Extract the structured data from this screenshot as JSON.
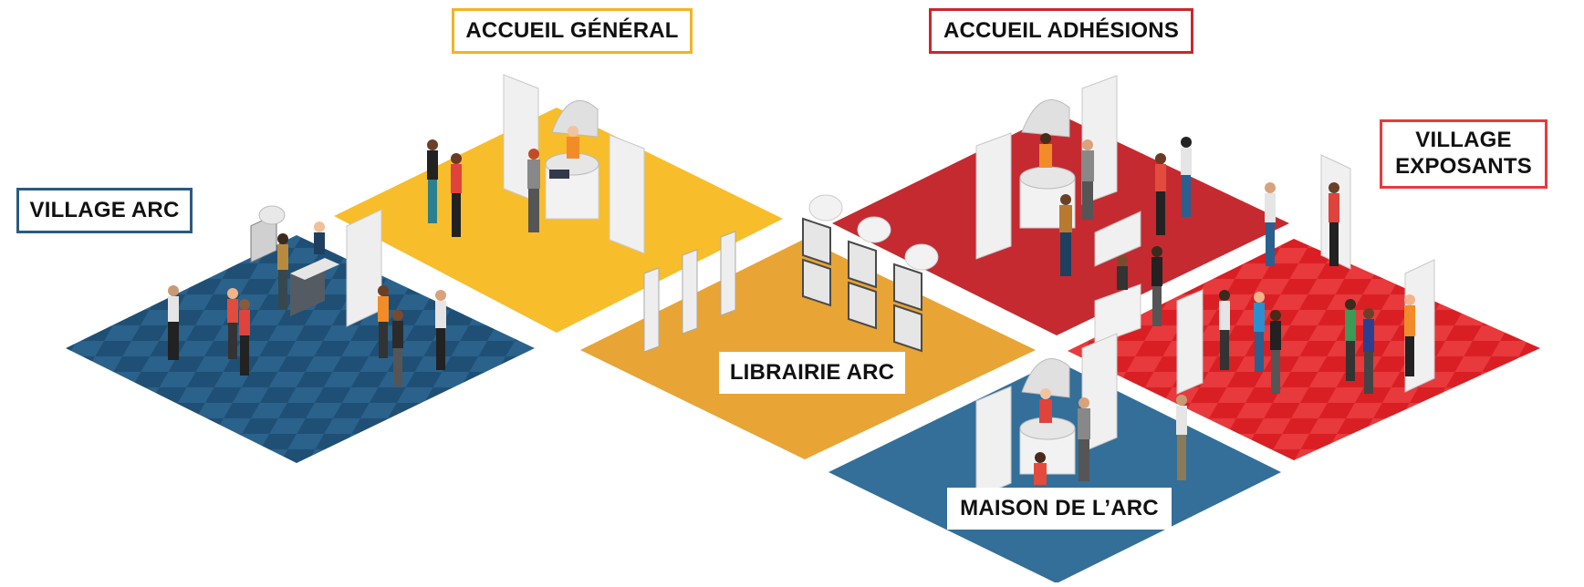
{
  "zones": {
    "village_arc": {
      "label": "VILLAGE ARC",
      "floor_color": "#2a5a80",
      "accent": "#2a5a80"
    },
    "accueil_general": {
      "label": "ACCUEIL GÉNÉRAL",
      "floor_color": "#f7bd2b",
      "accent": "#f2b324"
    },
    "accueil_adhesions": {
      "label": "ACCUEIL ADHÉSIONS",
      "floor_color": "#c9272d",
      "accent": "#c9272d"
    },
    "village_exposants": {
      "label_line1": "VILLAGE",
      "label_line2": "EXPOSANTS",
      "floor_color": "#e3262b",
      "accent": "#e8393c"
    },
    "librairie_arc": {
      "label": "LIBRAIRIE ARC",
      "floor_color": "#e8a435"
    },
    "maison_arc": {
      "label": "MAISON DE L’ARC",
      "floor_color": "#336f98"
    }
  }
}
